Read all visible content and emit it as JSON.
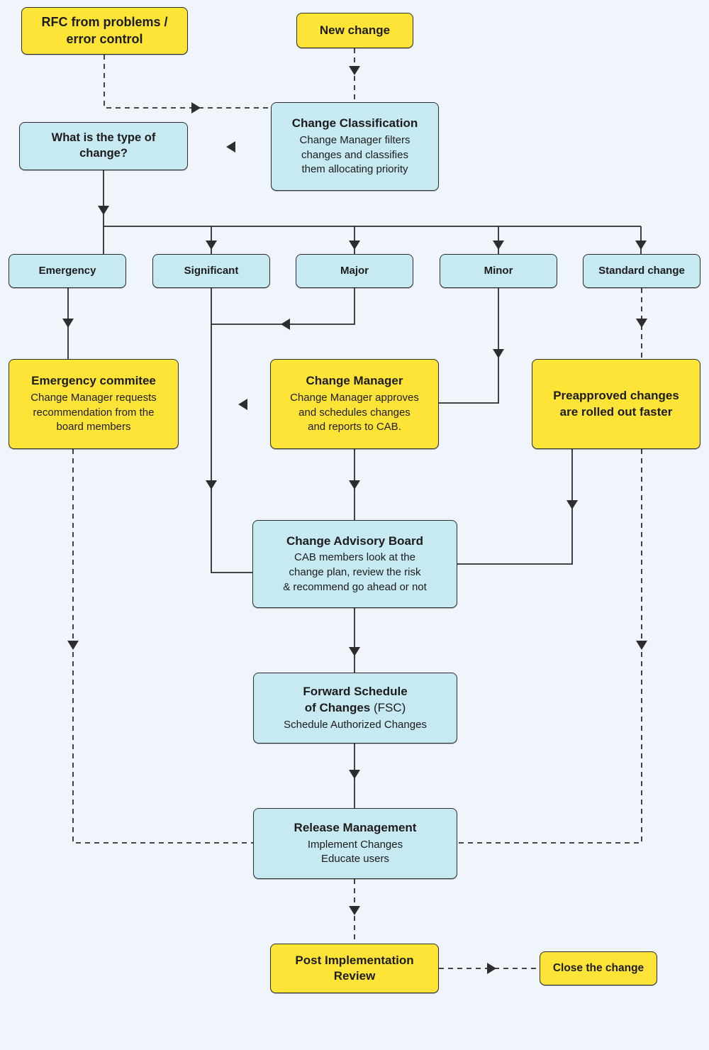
{
  "colors": {
    "background": "#eff5fa",
    "node_yellow": "#ffe438",
    "node_blue": "#c7e9f1",
    "border": "#2d2d2d",
    "connector": "#2d2d2d"
  },
  "nodes": {
    "rfc": {
      "label": "RFC from problems /\nerror control"
    },
    "new_change": {
      "label": "New change"
    },
    "classification": {
      "title": "Change Classification",
      "body": "Change Manager filters\nchanges and classifies\nthem allocating priority"
    },
    "what_type": {
      "label": "What is the type of\nchange?"
    },
    "emergency": {
      "label": "Emergency"
    },
    "significant": {
      "label": "Significant"
    },
    "major": {
      "label": "Major"
    },
    "minor": {
      "label": "Minor"
    },
    "standard": {
      "label": "Standard change"
    },
    "committee": {
      "title": "Emergency commitee",
      "body": "Change Manager requests\nrecommendation from the\nboard members"
    },
    "change_manager": {
      "title": "Change Manager",
      "body": "Change Manager approves\nand schedules changes\nand reports to CAB."
    },
    "preapproved": {
      "label": "Preapproved changes\nare rolled out faster"
    },
    "cab": {
      "title": "Change Advisory Board",
      "body": "CAB members look at the\nchange plan, review the risk\n& recommend go ahead or not"
    },
    "fsc": {
      "title_line1": "Forward Schedule",
      "title_line2_bold": "of Changes",
      "title_line2_suffix": " (FSC)",
      "body": "Schedule Authorized Changes"
    },
    "release": {
      "title": "Release Management",
      "body": "Implement Changes\nEducate users"
    },
    "pir": {
      "label": "Post Implementation\nReview"
    },
    "close": {
      "label": "Close the change"
    }
  }
}
